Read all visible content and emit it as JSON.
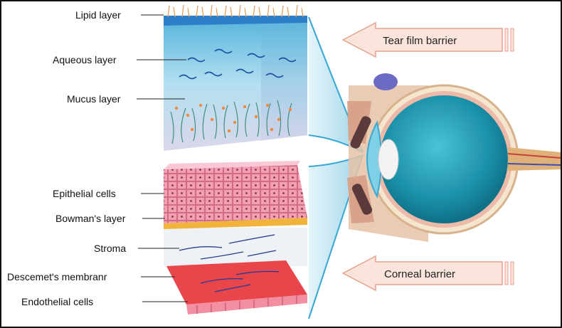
{
  "tear_film": {
    "labels": [
      "Lipid layer",
      "Aqueous layer",
      "Mucus layer"
    ]
  },
  "cornea": {
    "labels": [
      "Epithelial cells",
      "Bowman's layer",
      "Stroma",
      "Descemet's membranr",
      "Endothelial cells"
    ]
  },
  "barriers": {
    "tear_film": "Tear film barrier",
    "corneal": "Corneal barrier"
  },
  "colors": {
    "arrow_fill": "#fbe4dc",
    "arrow_stroke": "#e7a08e",
    "cell_pink": "#ec8fa3",
    "bowman_gold": "#f2b33b",
    "endothelium_red": "#e8464b",
    "eye_teal": "#1f9fb6",
    "tear_blue": "#7ccde6"
  }
}
